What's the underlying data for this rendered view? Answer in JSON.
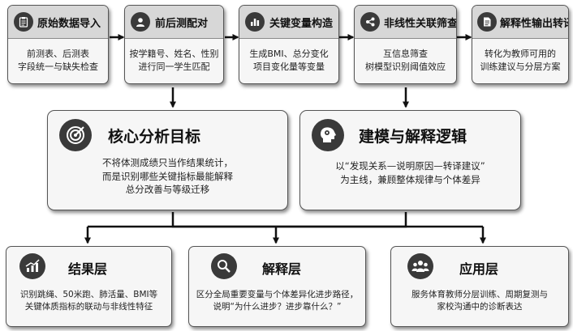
{
  "top_steps": [
    {
      "title": "原始数据导入",
      "icon": "clipboard-icon",
      "lines": [
        "前测表、后测表",
        "字段统一与缺失检查"
      ]
    },
    {
      "title": "前后测配对",
      "icon": "user-icon",
      "lines": [
        "按学籍号、姓名、性别",
        "进行同一学生匹配"
      ]
    },
    {
      "title": "关键变量构造",
      "icon": "bar-chart-icon",
      "lines": [
        "生成BMI、总分变化",
        "项目变化量等变量"
      ]
    },
    {
      "title": "非线性关联筛查",
      "icon": "share-nodes-icon",
      "lines": [
        "互信息筛查",
        "树模型识别阈值效应"
      ]
    },
    {
      "title": "解释性输出转译",
      "icon": "document-icon",
      "lines": [
        "转化为教师可用的",
        "训练建议与分层方案"
      ]
    }
  ],
  "core": {
    "title": "核心分析目标",
    "icon": "target-icon",
    "lines": [
      "不将体测成绩只当作结果统计，",
      "而是识别哪些关键指标最能解释",
      "总分改善与等级迁移"
    ]
  },
  "logic": {
    "title": "建模与解释逻辑",
    "icon": "brain-head-icon",
    "lines": [
      "以“发现关系—说明原因—转译建议”",
      "为主线，兼顾整体规律与个体差异"
    ]
  },
  "layers": [
    {
      "title": "结果层",
      "icon": "trend-chart-icon",
      "lines": [
        "识别跳绳、50米跑、肺活量、BMI等",
        "关键体质指标的联动与非线性特征"
      ]
    },
    {
      "title": "解释层",
      "icon": "magnifier-icon",
      "lines": [
        "区分全局重要变量与个体差异化进步路径，",
        "说明“为什么进步？进步靠什么？”"
      ]
    },
    {
      "title": "应用层",
      "icon": "group-icon",
      "lines": [
        "服务体育教师分层训练、周期复测与",
        "家校沟通中的诊断表达"
      ]
    }
  ]
}
